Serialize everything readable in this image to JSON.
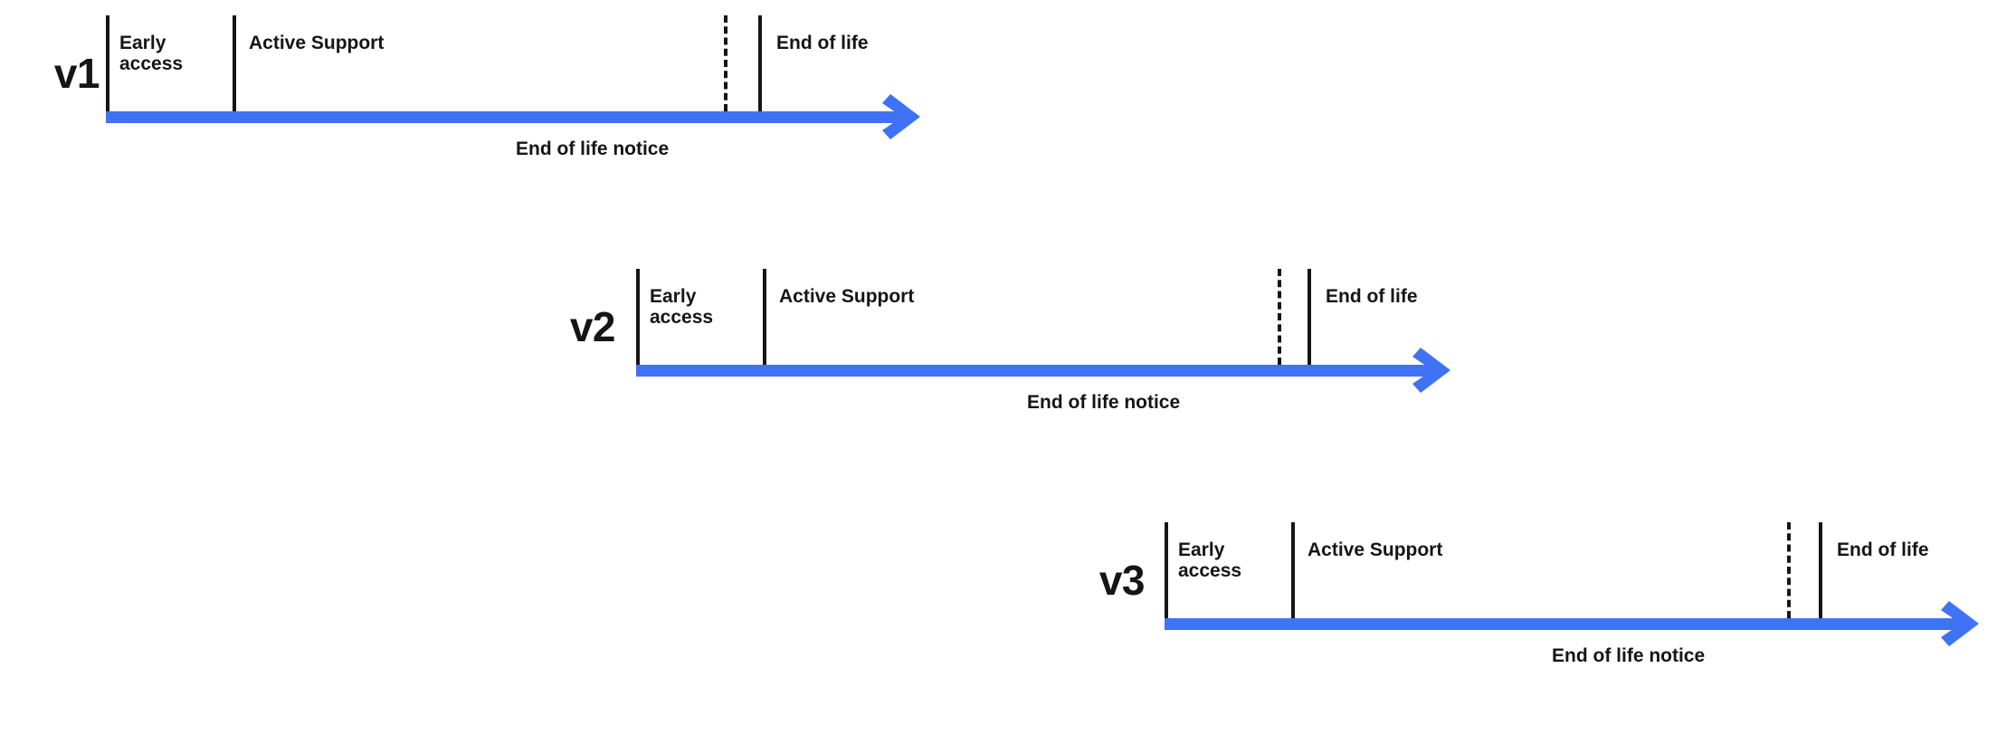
{
  "diagram": {
    "type": "release-lifecycle-timeline",
    "accent_color": "#3F72F5",
    "ink_color": "#151515",
    "background_color": "#FFFFFF",
    "rows": [
      {
        "version": "v1",
        "phases": [
          {
            "label": "Early\naccess"
          },
          {
            "label": "Active Support"
          },
          {
            "label": "End of life"
          }
        ],
        "notice": "End of life notice"
      },
      {
        "version": "v2",
        "phases": [
          {
            "label": "Early\naccess"
          },
          {
            "label": "Active Support"
          },
          {
            "label": "End of life"
          }
        ],
        "notice": "End of life notice"
      },
      {
        "version": "v3",
        "phases": [
          {
            "label": "Early\naccess"
          },
          {
            "label": "Active Support"
          },
          {
            "label": "End of life"
          }
        ],
        "notice": "End of life notice"
      }
    ]
  }
}
